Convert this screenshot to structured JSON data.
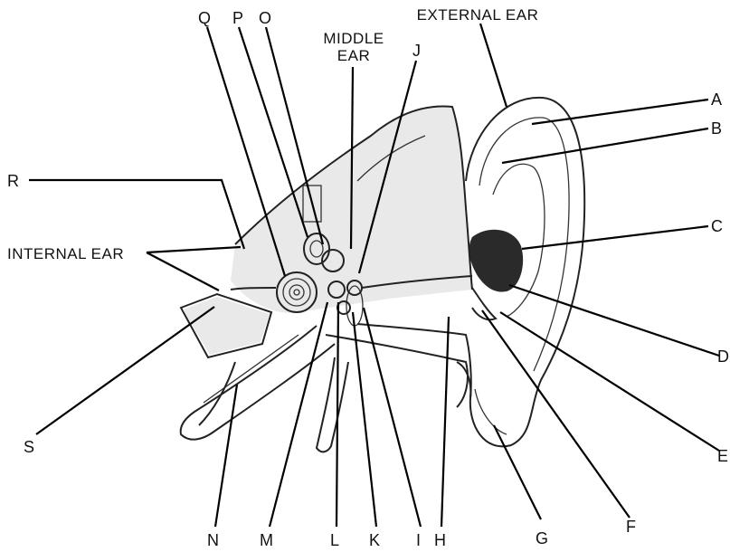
{
  "regions": {
    "middle_ear_line1": "MIDDLE",
    "middle_ear_line2": "EAR",
    "external_ear": "EXTERNAL EAR",
    "internal_ear": "INTERNAL EAR"
  },
  "letters": {
    "A": "A",
    "B": "B",
    "C": "C",
    "D": "D",
    "E": "E",
    "F": "F",
    "G": "G",
    "H": "H",
    "I": "I",
    "J": "J",
    "K": "K",
    "L": "L",
    "M": "M",
    "N": "N",
    "O": "O",
    "P": "P",
    "Q": "Q",
    "R": "R",
    "S": "S"
  }
}
